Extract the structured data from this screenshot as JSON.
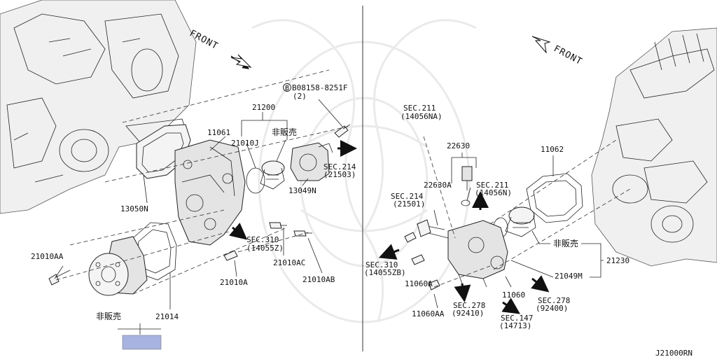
{
  "diagram_id": "J21000RN",
  "direction_labels": {
    "front_left": "FRONT",
    "front_right": "FRONT"
  },
  "left_panel": {
    "callouts": {
      "bolt_ref": "B08158-8251F",
      "bolt_qty": "(2)",
      "p21200": "21200",
      "p11061": "11061",
      "p21010J": "21010J",
      "not_sold_1": "非販売",
      "sec214_a": "SEC.214",
      "sec214_b": "(21503)",
      "p13049N": "13049N",
      "p13050N": "13050N",
      "sec310_a": "SEC.310",
      "sec310_b": "(14055Z)",
      "p21010AC": "21010AC",
      "p21010AA": "21010AA",
      "p21010A": "21010A",
      "p21010AB": "21010AB",
      "not_sold_2": "非販売",
      "p21014": "21014"
    }
  },
  "right_panel": {
    "callouts": {
      "sec211_top_a": "SEC.211",
      "sec211_top_b": "(14056NA)",
      "p22630": "22630",
      "p11062": "11062",
      "p22630A": "22630A",
      "sec211_mid_a": "SEC.211",
      "sec211_mid_b": "(14056N)",
      "sec214_a": "SEC.214",
      "sec214_b": "(21501)",
      "not_sold": "非販売",
      "p21230": "21230",
      "sec310_a": "SEC.310",
      "sec310_b": "(14055ZB)",
      "p21049M": "21049M",
      "p11060A": "11060A",
      "p11060": "11060",
      "sec278_r_a": "SEC.278",
      "sec278_r_b": "(92400)",
      "sec278_l_a": "SEC.278",
      "sec278_l_b": "(92410)",
      "p11060AA": "11060AA",
      "sec147_a": "SEC.147",
      "sec147_b": "(14713)"
    }
  },
  "colors": {
    "highlight_box": "#a9b3e0",
    "line": "#222222",
    "background": "#ffffff"
  }
}
